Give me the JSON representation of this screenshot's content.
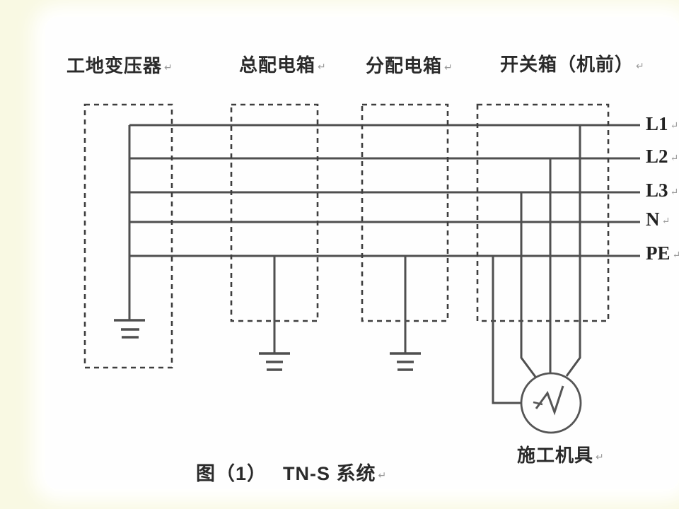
{
  "page": {
    "background_color": "#f9f9e3",
    "panel_color": "#fefefe"
  },
  "diagram": {
    "type": "electrical-schematic",
    "system": "TN-S",
    "top_labels": [
      {
        "text": "工地变压器"
      },
      {
        "text": "总配电箱"
      },
      {
        "text": "分配电箱"
      },
      {
        "text": "开关箱（机前）"
      }
    ],
    "bus_labels": [
      {
        "text": "L1"
      },
      {
        "text": "L2"
      },
      {
        "text": "L3"
      },
      {
        "text": "N"
      },
      {
        "text": "PE"
      }
    ],
    "device_label": {
      "text": "施工机具"
    },
    "caption": {
      "text": "图（1）　 TN-S 系统"
    },
    "paragraph_mark": "↵",
    "colors": {
      "line": "#4f4f4f",
      "dashed_box": "#3e3e3e",
      "text": "#2a2a2a"
    }
  }
}
